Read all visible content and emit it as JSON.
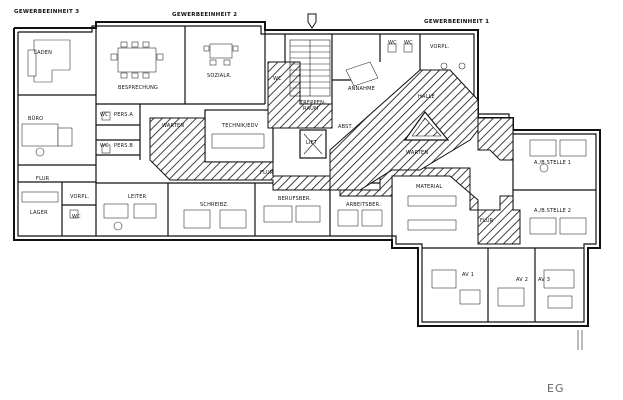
{
  "drawing": {
    "floor_label": "EG"
  },
  "sections": {
    "gewerbeeinheit_3": "GEWERBEEINHEIT 3",
    "gewerbeeinheit_2": "GEWERBEEINHEIT 2",
    "gewerbeeinheit_1": "GEWERBEEINHEIT 1"
  },
  "rooms": {
    "laden": "LADEN",
    "besprechung": "BESPRECHUNG",
    "sozialr": "SOZIALR.",
    "wc_1": "WC",
    "treppenraum": "TREPPEN-\nRAUM",
    "wc_2": "WC",
    "wc_3": "WC",
    "vorpl": "VORPL.",
    "annahme": "ANNAHME",
    "halle": "HALLE",
    "buero": "BÜRO",
    "wc_pers_a": "WC",
    "pers_a": "PERS.A",
    "wc_pers_b": "WC",
    "pers_b": "PERS.B",
    "warten_1": "WARTEN",
    "technik_edv": "TECHNIK/EDV",
    "lift": "LIFT",
    "abst": "ABST.",
    "warten_2": "WARTEN",
    "ap_stelle_1": "A./B.STELLE 1",
    "flur_1": "FLUR",
    "flur_2": "FLUR",
    "flur_3": "FLUR",
    "material": "MATERIAL",
    "leiter": "LEITER",
    "schreibz": "SCHREIBZ.",
    "berufsber": "BERUFSBER.",
    "arbeitsber": "ARBEITSBER.",
    "ap_stelle_2": "A./B.STELLE 2",
    "lager": "LAGER",
    "vorpl_2": "VORPL.",
    "wc_4": "WC",
    "av_1": "AV 1",
    "av_2": "AV 2",
    "av_3": "AV 3"
  }
}
